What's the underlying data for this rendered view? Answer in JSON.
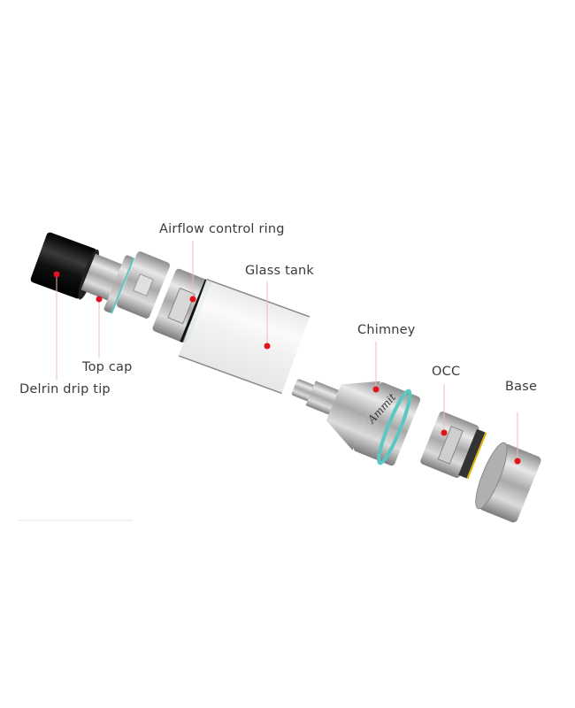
{
  "diagram": {
    "labels": {
      "airflow_control_ring": "Airflow control ring",
      "glass_tank": "Glass tank",
      "top_cap": "Top cap",
      "delrin_drip_tip": "Delrin drip tip",
      "chimney": "Chimney",
      "occ": "OCC",
      "base": "Base"
    },
    "colors": {
      "marker": "#e3131b",
      "leader": "#f0b9bd",
      "oring": "#5cc7c2",
      "metal": "#b8b8b8",
      "driptip": "#111111"
    }
  }
}
